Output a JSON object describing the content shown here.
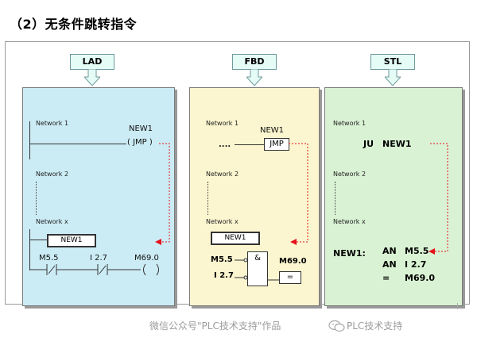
{
  "title": "（2）无条件跳转指令",
  "colors": {
    "lad_bg": "#ccecf5",
    "fbd_bg": "#fbf6cf",
    "stl_bg": "#d9f2d4",
    "callout_bg": "#e4fbf6",
    "jump_arrow": "#e5121b"
  },
  "callouts": {
    "lad": "LAD",
    "fbd": "FBD",
    "stl": "STL"
  },
  "lad": {
    "network1": "Network 1",
    "label": "NEW1",
    "jump": "( JMP )",
    "network2": "Network 2",
    "networkx": "Network x",
    "new1_box": "NEW1",
    "contact1": "M5.5",
    "contact2": "I 2.7",
    "coil": "M69.0"
  },
  "fbd": {
    "network1": "Network 1",
    "dots": "....",
    "label": "NEW1",
    "jmp_box": "JMP",
    "network2": "Network 2",
    "networkx": "Network x",
    "new1_box": "NEW1",
    "input1": "M5.5",
    "input2": "I 2.7",
    "and_box": "&",
    "output": "M69.0",
    "assign_box": "="
  },
  "stl": {
    "network1": "Network 1",
    "ju": "JU",
    "ju_target": "NEW1",
    "network2": "Network 2",
    "networkx": "Network x",
    "label": "NEW1:",
    "op1": "AN",
    "operand1": "M5.5",
    "op2": "AN",
    "operand2": "I 2.7",
    "op3": "=",
    "operand3": "M69.0"
  },
  "footer": {
    "credit": "微信公众号\"PLC技术支持\"作品",
    "brand": "PLC技术支持",
    "brand_icon": "wechat-icon"
  }
}
